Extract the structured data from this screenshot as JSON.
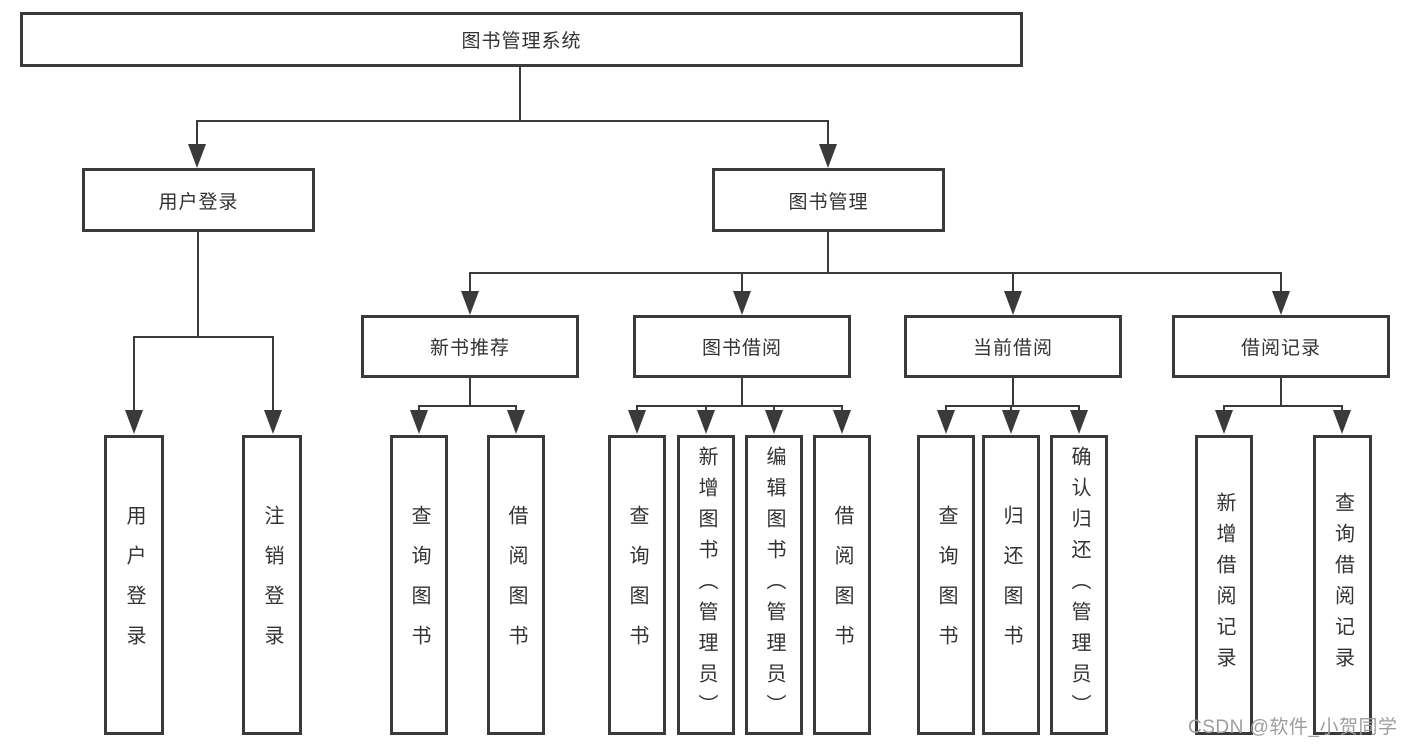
{
  "nodes": {
    "root": "图书管理系统",
    "user_login": "用户登录",
    "book_mgmt": "图书管理",
    "new_book_rec": "新书推荐",
    "book_borrow": "图书借阅",
    "current_borrow": "当前借阅",
    "borrow_record": "借阅记录",
    "leaf_user_login": "用户登录",
    "leaf_logout": "注销登录",
    "leaf_rec_query_book": "查询图书",
    "leaf_rec_borrow_book": "借阅图书",
    "leaf_bb_query_book": "查询图书",
    "leaf_bb_add_book": "新增图书（管理员）",
    "leaf_bb_edit_book": "编辑图书（管理员）",
    "leaf_bb_borrow_book": "借阅图书",
    "leaf_cb_query_book": "查询图书",
    "leaf_cb_return_book": "归还图书",
    "leaf_cb_confirm_return": "确认归还（管理员）",
    "leaf_br_add_record": "新增借阅记录",
    "leaf_br_query_record": "查询借阅记录"
  },
  "watermark": "CSDN @软件_小贺同学",
  "colors": {
    "line": "#3a3a3a",
    "box_border": "#3a3a3a",
    "text": "#333333",
    "watermark": "#9e9e9e",
    "background": "#ffffff"
  }
}
